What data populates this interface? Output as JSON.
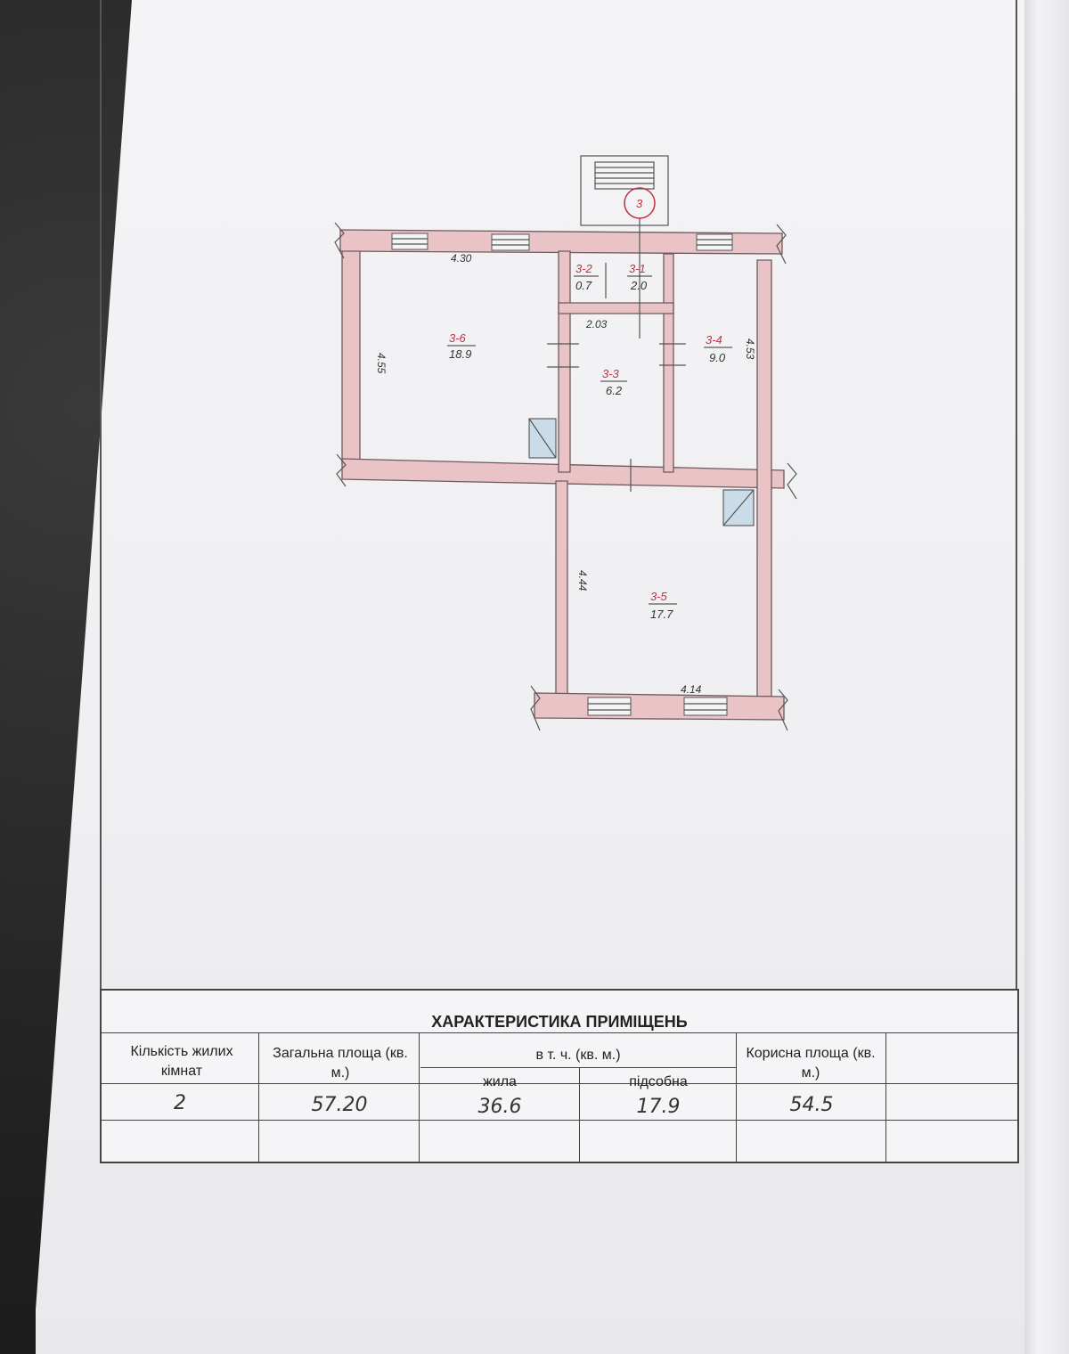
{
  "plan": {
    "stair_marker": "3",
    "rooms": [
      {
        "id": "3-1",
        "area": "2.0"
      },
      {
        "id": "3-2",
        "area": "0.7"
      },
      {
        "id": "3-3",
        "area": "6.2"
      },
      {
        "id": "3-4",
        "area": "9.0"
      },
      {
        "id": "3-5",
        "area": "17.7"
      },
      {
        "id": "3-6",
        "area": "18.9"
      }
    ],
    "dimensions": {
      "top_left_width": "4.30",
      "left_height": "4.55",
      "corridor_width": "2.03",
      "right_height": "4.53",
      "bottom_left_height": "4.44",
      "bottom_width": "4.14"
    }
  },
  "table": {
    "title": "ХАРАКТЕРИСТИКА ПРИМІЩЕНЬ",
    "headers": {
      "rooms_count": "Кількість жилих кімнат",
      "total_area": "Загальна площа (кв. м.)",
      "including": "в т. ч. (кв. м.)",
      "living": "жила",
      "auxiliary": "підсобна",
      "useful_area": "Корисна площа (кв. м.)"
    },
    "values": {
      "rooms_count": "2",
      "total_area": "57.20",
      "living": "36.6",
      "auxiliary": "17.9",
      "useful_area": "54.5"
    }
  }
}
